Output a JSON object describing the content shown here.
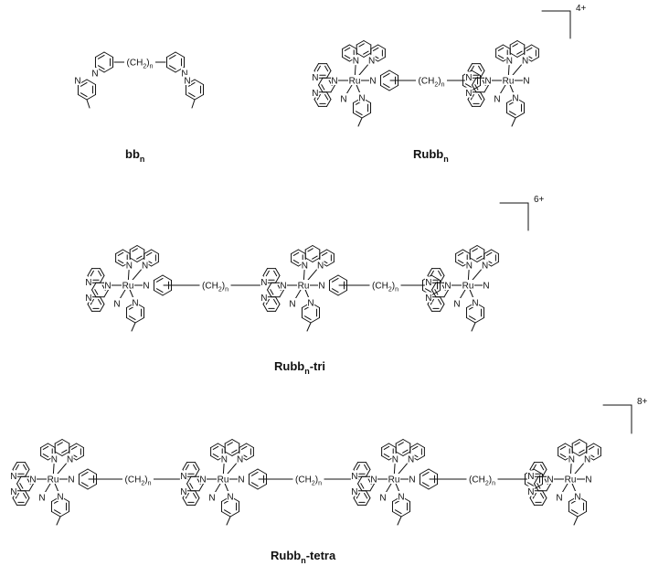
{
  "atoms": {
    "ru": "Ru",
    "n": "N",
    "linker": "(CH",
    "linker_sub": "2",
    "linker_close": ")",
    "linker_n": "n"
  },
  "labels": {
    "bb": {
      "main": "bb",
      "sub": "n",
      "suffix": ""
    },
    "rubb": {
      "main": "Rubb",
      "sub": "n",
      "suffix": ""
    },
    "tri": {
      "main": "Rubb",
      "sub": "n",
      "suffix": "-tri"
    },
    "tetra": {
      "main": "Rubb",
      "sub": "n",
      "suffix": "-tetra"
    }
  },
  "charges": {
    "rubb": "4+",
    "tri": "6+",
    "tetra": "8+"
  }
}
